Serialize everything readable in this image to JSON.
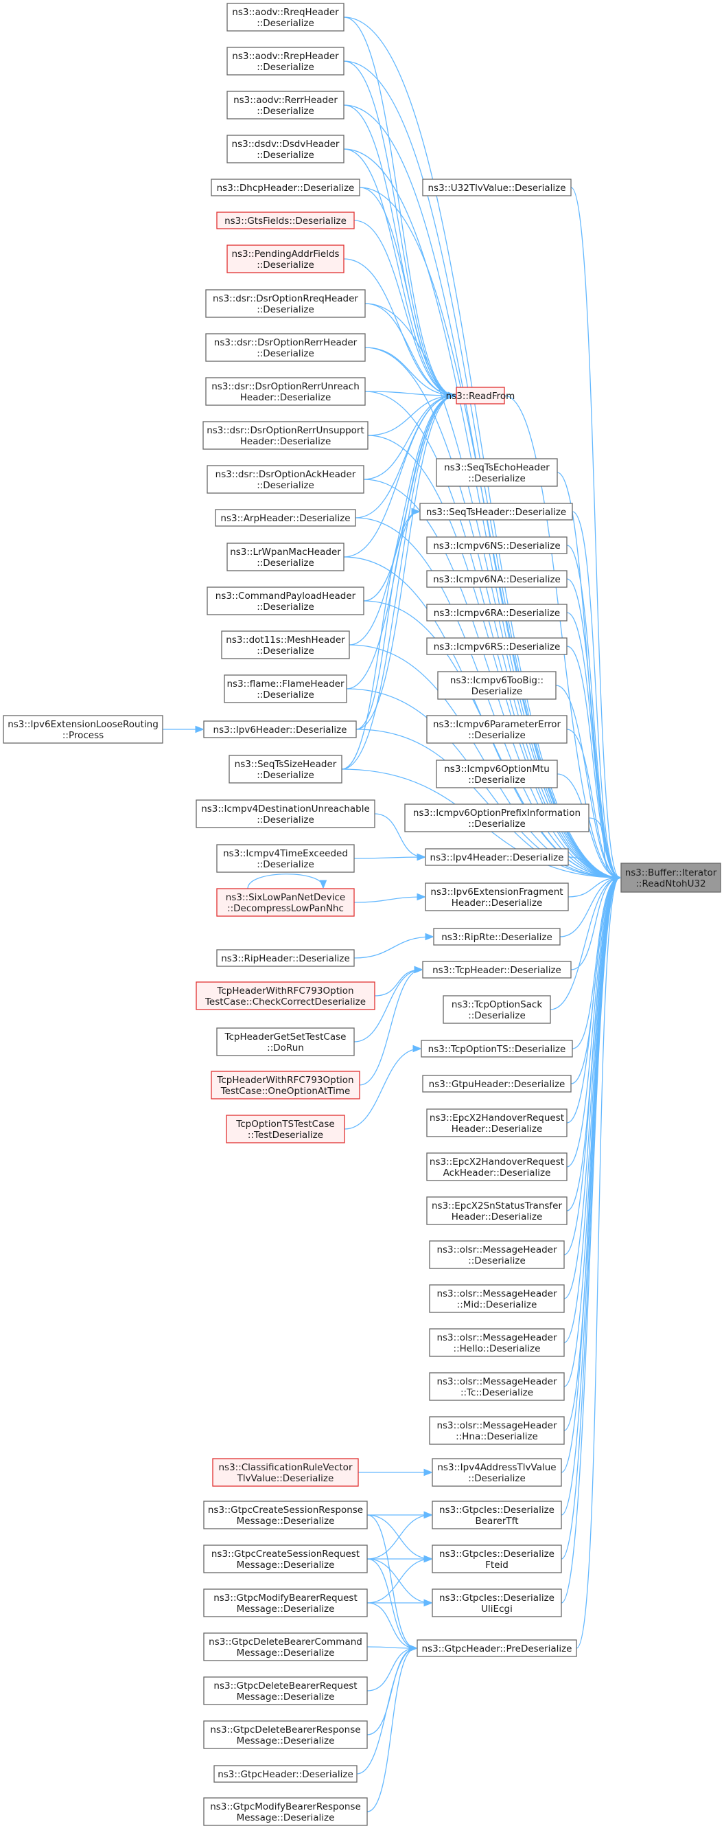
{
  "diagram": {
    "type": "call-graph",
    "edge_color": "#63b8ff",
    "node_border_color": "#666666",
    "red_border_color": "#e03030",
    "target_fill": "#999999",
    "nodes": [
      {
        "id": "target",
        "lines": [
          "ns3::Buffer::Iterator",
          "::ReadNtohU32"
        ],
        "style": "target"
      },
      {
        "id": "readfrom",
        "lines": [
          "ns3::ReadFrom"
        ],
        "style": "red"
      },
      {
        "id": "seqtsheader",
        "lines": [
          "ns3::SeqTsHeader::Deserialize"
        ],
        "style": "normal"
      },
      {
        "id": "ipv6header",
        "lines": [
          "ns3::Ipv6Header::Deserialize"
        ],
        "style": "normal"
      },
      {
        "id": "ipv4header",
        "lines": [
          "ns3::Ipv4Header::Deserialize"
        ],
        "style": "normal"
      },
      {
        "id": "ipv6extfrag",
        "lines": [
          "ns3::Ipv6ExtensionFragment",
          "Header::Deserialize"
        ],
        "style": "normal"
      },
      {
        "id": "riprte",
        "lines": [
          "ns3::RipRte::Deserialize"
        ],
        "style": "normal"
      },
      {
        "id": "tcpheader",
        "lines": [
          "ns3::TcpHeader::Deserialize"
        ],
        "style": "normal"
      },
      {
        "id": "tcpoptionts",
        "lines": [
          "ns3::TcpOptionTS::Deserialize"
        ],
        "style": "normal"
      },
      {
        "id": "ipv4addrtlv",
        "lines": [
          "ns3::Ipv4AddressTlvValue",
          "::Deserialize"
        ],
        "style": "normal"
      },
      {
        "id": "gtpciesbearertft",
        "lines": [
          "ns3::GtpcIes::Deserialize",
          "BearerTft"
        ],
        "style": "normal"
      },
      {
        "id": "gtpciesfteid",
        "lines": [
          "ns3::GtpcIes::Deserialize",
          "Fteid"
        ],
        "style": "normal"
      },
      {
        "id": "gtpciesuliecgi",
        "lines": [
          "ns3::GtpcIes::Deserialize",
          "UliEcgi"
        ],
        "style": "normal"
      },
      {
        "id": "gtpcpredeser",
        "lines": [
          "ns3::GtpcHeader::PreDeserialize"
        ],
        "style": "normal"
      },
      {
        "id": "u32tlv",
        "lines": [
          "ns3::U32TlvValue::Deserialize"
        ],
        "style": "normal"
      },
      {
        "id": "seqtsecho",
        "lines": [
          "ns3::SeqTsEchoHeader",
          "::Deserialize"
        ],
        "style": "normal"
      },
      {
        "id": "icmpv6ns",
        "lines": [
          "ns3::Icmpv6NS::Deserialize"
        ],
        "style": "normal"
      },
      {
        "id": "icmpv6na",
        "lines": [
          "ns3::Icmpv6NA::Deserialize"
        ],
        "style": "normal"
      },
      {
        "id": "icmpv6ra",
        "lines": [
          "ns3::Icmpv6RA::Deserialize"
        ],
        "style": "normal"
      },
      {
        "id": "icmpv6rs",
        "lines": [
          "ns3::Icmpv6RS::Deserialize"
        ],
        "style": "normal"
      },
      {
        "id": "icmpv6toobig",
        "lines": [
          "ns3::Icmpv6TooBig::",
          "Deserialize"
        ],
        "style": "normal"
      },
      {
        "id": "icmpv6paramerr",
        "lines": [
          "ns3::Icmpv6ParameterError",
          "::Deserialize"
        ],
        "style": "normal"
      },
      {
        "id": "icmpv6optmtu",
        "lines": [
          "ns3::Icmpv6OptionMtu",
          "::Deserialize"
        ],
        "style": "normal"
      },
      {
        "id": "icmpv6optprefix",
        "lines": [
          "ns3::Icmpv6OptionPrefixInformation",
          "::Deserialize"
        ],
        "style": "normal"
      },
      {
        "id": "tcpoptionsack",
        "lines": [
          "ns3::TcpOptionSack",
          "::Deserialize"
        ],
        "style": "normal"
      },
      {
        "id": "gtpuheader",
        "lines": [
          "ns3::GtpuHeader::Deserialize"
        ],
        "style": "normal"
      },
      {
        "id": "epcx2handoverreq",
        "lines": [
          "ns3::EpcX2HandoverRequest",
          "Header::Deserialize"
        ],
        "style": "normal"
      },
      {
        "id": "epcx2handoverack",
        "lines": [
          "ns3::EpcX2HandoverRequest",
          "AckHeader::Deserialize"
        ],
        "style": "normal"
      },
      {
        "id": "epcx2snstatus",
        "lines": [
          "ns3::EpcX2SnStatusTransfer",
          "Header::Deserialize"
        ],
        "style": "normal"
      },
      {
        "id": "olsrmsg",
        "lines": [
          "ns3::olsr::MessageHeader",
          "::Deserialize"
        ],
        "style": "normal"
      },
      {
        "id": "olsrmid",
        "lines": [
          "ns3::olsr::MessageHeader",
          "::Mid::Deserialize"
        ],
        "style": "normal"
      },
      {
        "id": "olsrhello",
        "lines": [
          "ns3::olsr::MessageHeader",
          "::Hello::Deserialize"
        ],
        "style": "normal"
      },
      {
        "id": "olsrtc",
        "lines": [
          "ns3::olsr::MessageHeader",
          "::Tc::Deserialize"
        ],
        "style": "normal"
      },
      {
        "id": "olsrhna",
        "lines": [
          "ns3::olsr::MessageHeader",
          "::Hna::Deserialize"
        ],
        "style": "normal"
      },
      {
        "id": "aodvrreq",
        "lines": [
          "ns3::aodv::RreqHeader",
          "::Deserialize"
        ],
        "style": "normal"
      },
      {
        "id": "aodvrrep",
        "lines": [
          "ns3::aodv::RrepHeader",
          "::Deserialize"
        ],
        "style": "normal"
      },
      {
        "id": "aodvrerr",
        "lines": [
          "ns3::aodv::RerrHeader",
          "::Deserialize"
        ],
        "style": "normal"
      },
      {
        "id": "dsdv",
        "lines": [
          "ns3::dsdv::DsdvHeader",
          "::Deserialize"
        ],
        "style": "normal"
      },
      {
        "id": "dhcp",
        "lines": [
          "ns3::DhcpHeader::Deserialize"
        ],
        "style": "normal"
      },
      {
        "id": "gtsfields",
        "lines": [
          "ns3::GtsFields::Deserialize"
        ],
        "style": "red"
      },
      {
        "id": "pendingaddr",
        "lines": [
          "ns3::PendingAddrFields",
          "::Deserialize"
        ],
        "style": "red"
      },
      {
        "id": "dsrrreq",
        "lines": [
          "ns3::dsr::DsrOptionRreqHeader",
          "::Deserialize"
        ],
        "style": "normal"
      },
      {
        "id": "dsrrerr",
        "lines": [
          "ns3::dsr::DsrOptionRerrHeader",
          "::Deserialize"
        ],
        "style": "normal"
      },
      {
        "id": "dsrrerrunreach",
        "lines": [
          "ns3::dsr::DsrOptionRerrUnreach",
          "Header::Deserialize"
        ],
        "style": "normal"
      },
      {
        "id": "dsrrerrunsupport",
        "lines": [
          "ns3::dsr::DsrOptionRerrUnsupport",
          "Header::Deserialize"
        ],
        "style": "normal"
      },
      {
        "id": "dsrack",
        "lines": [
          "ns3::dsr::DsrOptionAckHeader",
          "::Deserialize"
        ],
        "style": "normal"
      },
      {
        "id": "arpheader",
        "lines": [
          "ns3::ArpHeader::Deserialize"
        ],
        "style": "normal"
      },
      {
        "id": "lrwpanmac",
        "lines": [
          "ns3::LrWpanMacHeader",
          "::Deserialize"
        ],
        "style": "normal"
      },
      {
        "id": "cmdpayload",
        "lines": [
          "ns3::CommandPayloadHeader",
          "::Deserialize"
        ],
        "style": "normal"
      },
      {
        "id": "dot11smesh",
        "lines": [
          "ns3::dot11s::MeshHeader",
          "::Deserialize"
        ],
        "style": "normal"
      },
      {
        "id": "flameheader",
        "lines": [
          "ns3::flame::FlameHeader",
          "::Deserialize"
        ],
        "style": "normal"
      },
      {
        "id": "seqtssize",
        "lines": [
          "ns3::SeqTsSizeHeader",
          "::Deserialize"
        ],
        "style": "normal"
      },
      {
        "id": "ipv6extloose",
        "lines": [
          "ns3::Ipv6ExtensionLooseRouting",
          "::Process"
        ],
        "style": "normal"
      },
      {
        "id": "icmpv4destunreach",
        "lines": [
          "ns3::Icmpv4DestinationUnreachable",
          "::Deserialize"
        ],
        "style": "normal"
      },
      {
        "id": "icmpv4timeexc",
        "lines": [
          "ns3::Icmpv4TimeExceeded",
          "::Deserialize"
        ],
        "style": "normal"
      },
      {
        "id": "sixlowpan",
        "lines": [
          "ns3::SixLowPanNetDevice",
          "::DecompressLowPanNhc"
        ],
        "style": "red"
      },
      {
        "id": "ripheader",
        "lines": [
          "ns3::RipHeader::Deserialize"
        ],
        "style": "normal"
      },
      {
        "id": "tcprfccheck",
        "lines": [
          "TcpHeaderWithRFC793Option",
          "TestCase::CheckCorrectDeserialize"
        ],
        "style": "red"
      },
      {
        "id": "tcpgetset",
        "lines": [
          "TcpHeaderGetSetTestCase",
          "::DoRun"
        ],
        "style": "normal"
      },
      {
        "id": "tcprfconeopt",
        "lines": [
          "TcpHeaderWithRFC793Option",
          "TestCase::OneOptionAtTime"
        ],
        "style": "red"
      },
      {
        "id": "tcpoptionststest",
        "lines": [
          "TcpOptionTSTestCase",
          "::TestDeserialize"
        ],
        "style": "red"
      },
      {
        "id": "classrule",
        "lines": [
          "ns3::ClassificationRuleVector",
          "TlvValue::Deserialize"
        ],
        "style": "red"
      },
      {
        "id": "gtpccreateresp",
        "lines": [
          "ns3::GtpcCreateSessionResponse",
          "Message::Deserialize"
        ],
        "style": "normal"
      },
      {
        "id": "gtpccreatereq",
        "lines": [
          "ns3::GtpcCreateSessionRequest",
          "Message::Deserialize"
        ],
        "style": "normal"
      },
      {
        "id": "gtpcmodifyreq",
        "lines": [
          "ns3::GtpcModifyBearerRequest",
          "Message::Deserialize"
        ],
        "style": "normal"
      },
      {
        "id": "gtpcdelcmd",
        "lines": [
          "ns3::GtpcDeleteBearerCommand",
          "Message::Deserialize"
        ],
        "style": "normal"
      },
      {
        "id": "gtpcdelreq",
        "lines": [
          "ns3::GtpcDeleteBearerRequest",
          "Message::Deserialize"
        ],
        "style": "normal"
      },
      {
        "id": "gtpcdelresp",
        "lines": [
          "ns3::GtpcDeleteBearerResponse",
          "Message::Deserialize"
        ],
        "style": "normal"
      },
      {
        "id": "gtpcheader",
        "lines": [
          "ns3::GtpcHeader::Deserialize"
        ],
        "style": "normal"
      },
      {
        "id": "gtpcmodifyresp",
        "lines": [
          "ns3::GtpcModifyBearerResponse",
          "Message::Deserialize"
        ],
        "style": "normal"
      }
    ],
    "edges": [
      [
        "readfrom",
        "target"
      ],
      [
        "seqtsheader",
        "target"
      ],
      [
        "ipv4header",
        "target"
      ],
      [
        "ipv6extfrag",
        "target"
      ],
      [
        "riprte",
        "target"
      ],
      [
        "tcpheader",
        "target"
      ],
      [
        "tcpoptionts",
        "target"
      ],
      [
        "ipv4addrtlv",
        "target"
      ],
      [
        "gtpciesbearertft",
        "target"
      ],
      [
        "gtpciesfteid",
        "target"
      ],
      [
        "gtpciesuliecgi",
        "target"
      ],
      [
        "gtpcpredeser",
        "target"
      ],
      [
        "u32tlv",
        "target"
      ],
      [
        "seqtsecho",
        "target"
      ],
      [
        "icmpv6ns",
        "target"
      ],
      [
        "icmpv6na",
        "target"
      ],
      [
        "icmpv6ra",
        "target"
      ],
      [
        "icmpv6rs",
        "target"
      ],
      [
        "icmpv6toobig",
        "target"
      ],
      [
        "icmpv6paramerr",
        "target"
      ],
      [
        "icmpv6optmtu",
        "target"
      ],
      [
        "icmpv6optprefix",
        "target"
      ],
      [
        "tcpoptionsack",
        "target"
      ],
      [
        "gtpuheader",
        "target"
      ],
      [
        "epcx2handoverreq",
        "target"
      ],
      [
        "epcx2handoverack",
        "target"
      ],
      [
        "epcx2snstatus",
        "target"
      ],
      [
        "olsrmsg",
        "target"
      ],
      [
        "olsrmid",
        "target"
      ],
      [
        "olsrhello",
        "target"
      ],
      [
        "olsrtc",
        "target"
      ],
      [
        "olsrhna",
        "target"
      ],
      [
        "aodvrreq",
        "target"
      ],
      [
        "aodvrrep",
        "target"
      ],
      [
        "aodvrerr",
        "target"
      ],
      [
        "dsdv",
        "target"
      ],
      [
        "dhcp",
        "target"
      ],
      [
        "dsrrreq",
        "target"
      ],
      [
        "dsrrerr",
        "target"
      ],
      [
        "dsrrerrunreach",
        "target"
      ],
      [
        "dsrrerrunsupport",
        "target"
      ],
      [
        "dsrack",
        "target"
      ],
      [
        "arpheader",
        "target"
      ],
      [
        "lrwpanmac",
        "target"
      ],
      [
        "cmdpayload",
        "target"
      ],
      [
        "dot11smesh",
        "target"
      ],
      [
        "flameheader",
        "target"
      ],
      [
        "seqtssize",
        "target"
      ],
      [
        "ipv6header",
        "target"
      ],
      [
        "aodvrreq",
        "readfrom"
      ],
      [
        "aodvrrep",
        "readfrom"
      ],
      [
        "aodvrerr",
        "readfrom"
      ],
      [
        "dsdv",
        "readfrom"
      ],
      [
        "dhcp",
        "readfrom"
      ],
      [
        "gtsfields",
        "readfrom"
      ],
      [
        "pendingaddr",
        "readfrom"
      ],
      [
        "dsrrreq",
        "readfrom"
      ],
      [
        "dsrrerr",
        "readfrom"
      ],
      [
        "dsrrerrunreach",
        "readfrom"
      ],
      [
        "dsrrerrunsupport",
        "readfrom"
      ],
      [
        "dsrack",
        "readfrom"
      ],
      [
        "arpheader",
        "readfrom"
      ],
      [
        "lrwpanmac",
        "readfrom"
      ],
      [
        "cmdpayload",
        "readfrom"
      ],
      [
        "dot11smesh",
        "readfrom"
      ],
      [
        "flameheader",
        "readfrom"
      ],
      [
        "ipv6header",
        "readfrom"
      ],
      [
        "seqtssize",
        "readfrom"
      ],
      [
        "seqtssize",
        "seqtsheader"
      ],
      [
        "ipv6header",
        "seqtsheader"
      ],
      [
        "ipv6extloose",
        "ipv6header"
      ],
      [
        "icmpv4destunreach",
        "ipv4header"
      ],
      [
        "icmpv4timeexc",
        "ipv4header"
      ],
      [
        "sixlowpan",
        "ipv6extfrag"
      ],
      [
        "sixlowpan",
        "sixlowpan"
      ],
      [
        "ripheader",
        "riprte"
      ],
      [
        "tcprfccheck",
        "tcpheader"
      ],
      [
        "tcpgetset",
        "tcpheader"
      ],
      [
        "tcprfconeopt",
        "tcpheader"
      ],
      [
        "tcpoptionststest",
        "tcpoptionts"
      ],
      [
        "classrule",
        "ipv4addrtlv"
      ],
      [
        "gtpccreateresp",
        "gtpciesbearertft"
      ],
      [
        "gtpccreateresp",
        "gtpciesfteid"
      ],
      [
        "gtpccreateresp",
        "gtpcpredeser"
      ],
      [
        "gtpccreatereq",
        "gtpciesbearertft"
      ],
      [
        "gtpccreatereq",
        "gtpciesfteid"
      ],
      [
        "gtpccreatereq",
        "gtpciesuliecgi"
      ],
      [
        "gtpccreatereq",
        "gtpcpredeser"
      ],
      [
        "gtpcmodifyreq",
        "gtpciesfteid"
      ],
      [
        "gtpcmodifyreq",
        "gtpciesuliecgi"
      ],
      [
        "gtpcmodifyreq",
        "gtpcpredeser"
      ],
      [
        "gtpcdelcmd",
        "gtpcpredeser"
      ],
      [
        "gtpcdelreq",
        "gtpcpredeser"
      ],
      [
        "gtpcdelresp",
        "gtpcpredeser"
      ],
      [
        "gtpcheader",
        "gtpcpredeser"
      ],
      [
        "gtpcmodifyresp",
        "gtpcpredeser"
      ]
    ]
  }
}
